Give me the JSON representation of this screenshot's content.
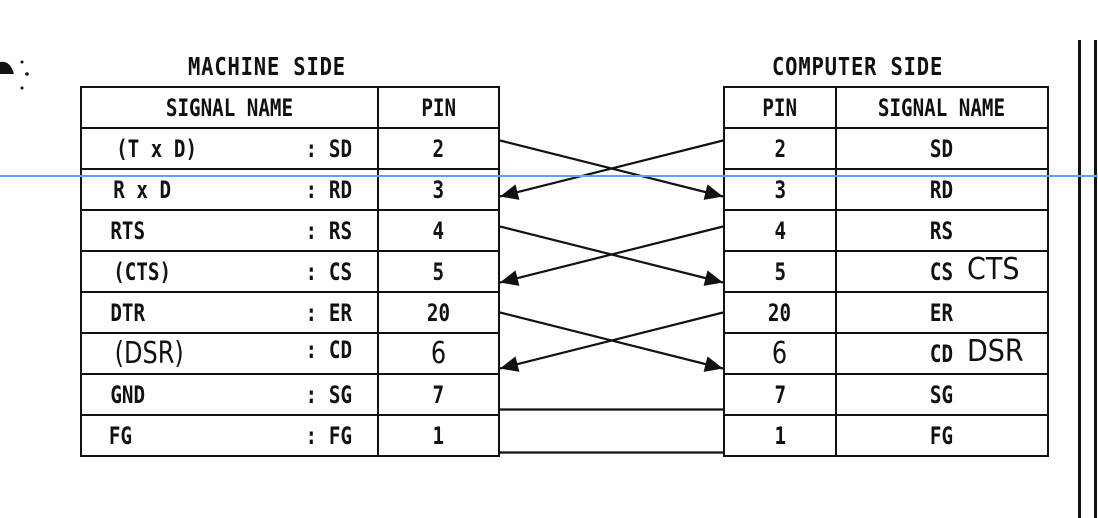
{
  "machine_side": {
    "title": "MACHINE SIDE",
    "headers": {
      "signal_name": "SIGNAL NAME",
      "pin": "PIN"
    },
    "rows": [
      {
        "alias": "(T x D)",
        "signal": "SD",
        "pin": "2"
      },
      {
        "alias": "R x D",
        "signal": "RD",
        "pin": "3"
      },
      {
        "alias": "RTS",
        "signal": "RS",
        "pin": "4"
      },
      {
        "alias": "(CTS)",
        "signal": "CS",
        "pin": "5"
      },
      {
        "alias": "DTR",
        "signal": "ER",
        "pin": "20"
      },
      {
        "alias": "(DSR)",
        "signal": "CD",
        "pin": "6",
        "handwritten": true
      },
      {
        "alias": "GND",
        "signal": "SG",
        "pin": "7"
      },
      {
        "alias": "FG",
        "signal": "FG",
        "pin": "1"
      }
    ]
  },
  "computer_side": {
    "title": "COMPUTER SIDE",
    "headers": {
      "pin": "PIN",
      "signal_name": "SIGNAL NAME"
    },
    "rows": [
      {
        "pin": "2",
        "signal": "SD",
        "note": ""
      },
      {
        "pin": "3",
        "signal": "RD",
        "note": ""
      },
      {
        "pin": "4",
        "signal": "RS",
        "note": ""
      },
      {
        "pin": "5",
        "signal": "CS",
        "note": "CTS"
      },
      {
        "pin": "20",
        "signal": "ER",
        "note": ""
      },
      {
        "pin": "6",
        "signal": "CD",
        "note": "DSR",
        "handwritten": true
      },
      {
        "pin": "7",
        "signal": "SG",
        "note": ""
      },
      {
        "pin": "1",
        "signal": "FG",
        "note": ""
      }
    ]
  },
  "connections": [
    {
      "from_row": 0,
      "to_row": 1,
      "arrow_at": "right"
    },
    {
      "from_row": 1,
      "to_row": 0,
      "arrow_at": "left"
    },
    {
      "from_row": 2,
      "to_row": 3,
      "arrow_at": "right"
    },
    {
      "from_row": 3,
      "to_row": 2,
      "arrow_at": "left"
    },
    {
      "from_row": 4,
      "to_row": 5,
      "arrow_at": "right"
    },
    {
      "from_row": 5,
      "to_row": 4,
      "arrow_at": "left"
    },
    {
      "from_row": 6,
      "to_row": 6,
      "arrow_at": "none"
    },
    {
      "from_row": 7,
      "to_row": 7,
      "arrow_at": "none"
    }
  ],
  "colors": {
    "ink": "#111111",
    "guide_line": "#5ba3f0",
    "background": "#ffffff"
  }
}
